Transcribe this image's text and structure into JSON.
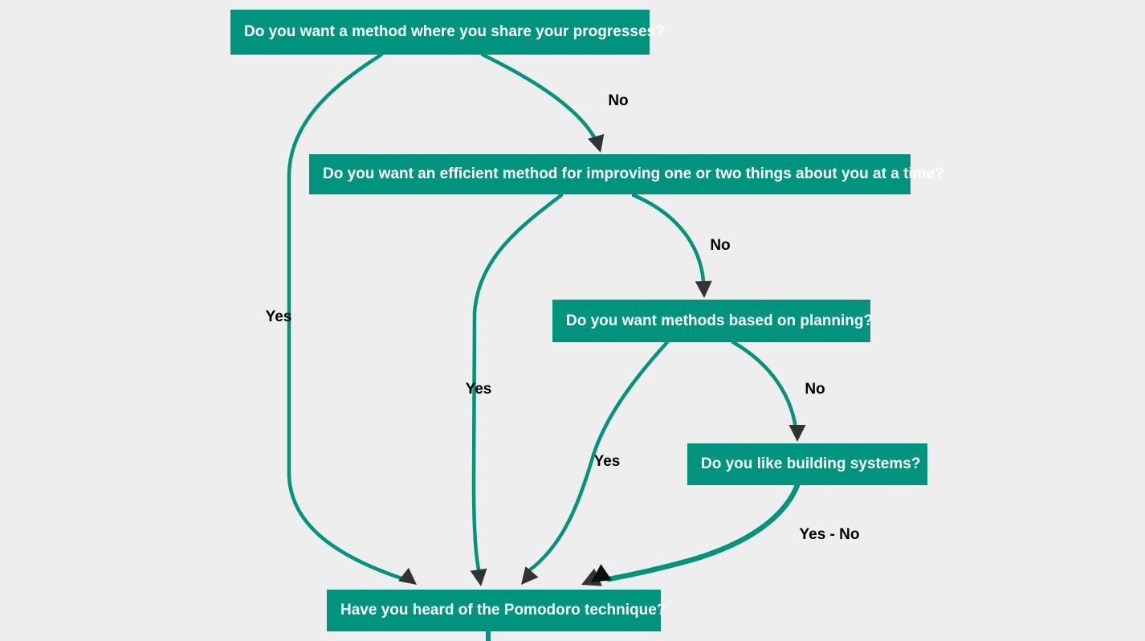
{
  "title": "Productivity method decision flowchart",
  "theme": {
    "background": "#eeeeee",
    "node_fill": "#00947e",
    "node_text": "#ffffff",
    "edge_stroke": "#00947d",
    "arrow_fill": "#333333",
    "arrow_fill_double": "#0d0d0d",
    "label_text": "#000000"
  },
  "nodes": [
    {
      "id": "q-share-progress",
      "label": "Do you want a method where you share your progresses?"
    },
    {
      "id": "q-efficient-method",
      "label": "Do you want an efficient method for improving one or two things about you at a time?"
    },
    {
      "id": "q-planning",
      "label": "Do you want methods based on planning?"
    },
    {
      "id": "q-building-systems",
      "label": "Do you like building systems?"
    },
    {
      "id": "q-pomodoro",
      "label": "Have you heard of the Pomodoro technique?"
    }
  ],
  "edges": [
    {
      "from": "q-share-progress",
      "to": "q-pomodoro",
      "label": "Yes"
    },
    {
      "from": "q-share-progress",
      "to": "q-efficient-method",
      "label": "No"
    },
    {
      "from": "q-efficient-method",
      "to": "q-pomodoro",
      "label": "Yes"
    },
    {
      "from": "q-efficient-method",
      "to": "q-planning",
      "label": "No"
    },
    {
      "from": "q-planning",
      "to": "q-pomodoro",
      "label": "Yes"
    },
    {
      "from": "q-planning",
      "to": "q-building-systems",
      "label": "No"
    },
    {
      "from": "q-building-systems",
      "to": "q-pomodoro",
      "label": "Yes - No"
    }
  ]
}
